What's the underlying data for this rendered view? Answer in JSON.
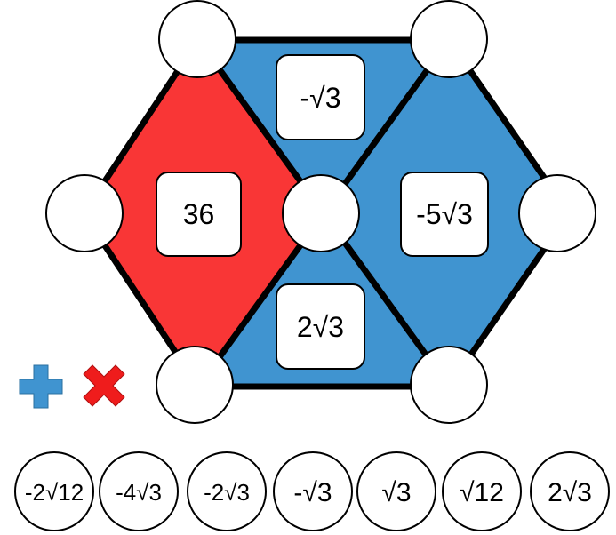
{
  "puzzle": {
    "regions": [
      {
        "id": "left-diamond",
        "color": "#f93636",
        "type": "product",
        "clue": "36"
      },
      {
        "id": "top-triangle",
        "color": "#4094d0",
        "type": "sum",
        "clue": "-√3"
      },
      {
        "id": "right-diamond",
        "color": "#4094d0",
        "type": "sum",
        "clue": "-5√3"
      },
      {
        "id": "bottom-triangle",
        "color": "#4094d0",
        "type": "sum",
        "clue": "2√3"
      }
    ],
    "slots": [
      "",
      "",
      "",
      "",
      "",
      "",
      ""
    ]
  },
  "legend": {
    "plus_icon": "plus-icon",
    "times_icon": "times-icon",
    "plus_color": "#4094d0",
    "times_color": "#ef1c1c"
  },
  "tiles": [
    "-2√12",
    "-4√3",
    "-2√3",
    "-√3",
    "√3",
    "√12",
    "2√3"
  ]
}
